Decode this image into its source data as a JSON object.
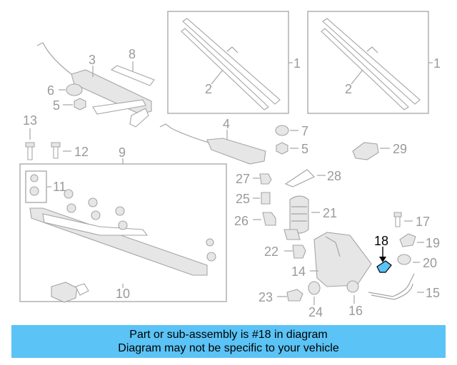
{
  "callouts": {
    "n1a": "1",
    "n1b": "1",
    "n2a": "2",
    "n2b": "2",
    "n3": "3",
    "n4": "4",
    "n5a": "5",
    "n5b": "5",
    "n6": "6",
    "n7": "7",
    "n8": "8",
    "n9": "9",
    "n10": "10",
    "n11": "11",
    "n12": "12",
    "n13": "13",
    "n14": "14",
    "n15": "15",
    "n16": "16",
    "n17": "17",
    "n18": "18",
    "n19": "19",
    "n20": "20",
    "n21": "21",
    "n22": "22",
    "n23": "23",
    "n24": "24",
    "n25": "25",
    "n26": "26",
    "n27": "27",
    "n28": "28",
    "n29": "29"
  },
  "highlighted_part": "18",
  "highlight_color": "#5bc3f5",
  "banner": {
    "line1": "Part or sub-assembly is #18 in diagram",
    "line2": "Diagram may not be specific to your vehicle",
    "background": "#5bc3f5"
  }
}
